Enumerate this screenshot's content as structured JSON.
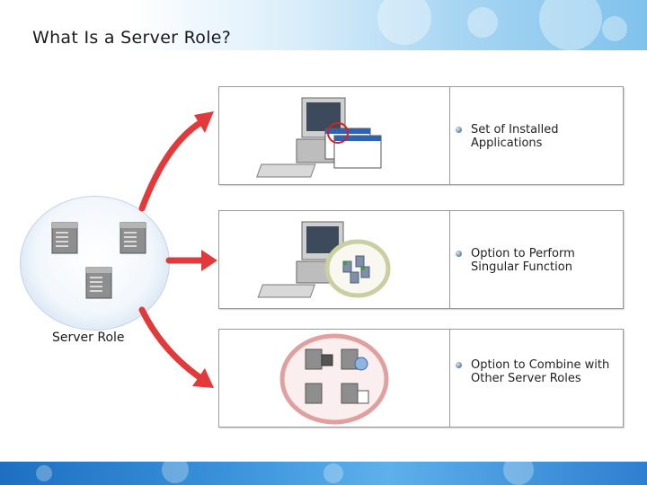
{
  "slide": {
    "title": "What Is a Server Role?",
    "center_label": "Server Role"
  },
  "rows": [
    {
      "text": "Set of Installed Applications",
      "illustration": "computer-with-application-windows-icon"
    },
    {
      "text": "Option to Perform Singular Function",
      "illustration": "computer-with-function-ring-icon"
    },
    {
      "text": "Option to Combine with Other Server Roles",
      "illustration": "combined-server-roles-icon"
    }
  ],
  "colors": {
    "arrow": "#e23a3a",
    "header_gradient_end": "#7fc2ec",
    "footer": "#2e7fcf",
    "ring_highlight": "#d42020"
  }
}
